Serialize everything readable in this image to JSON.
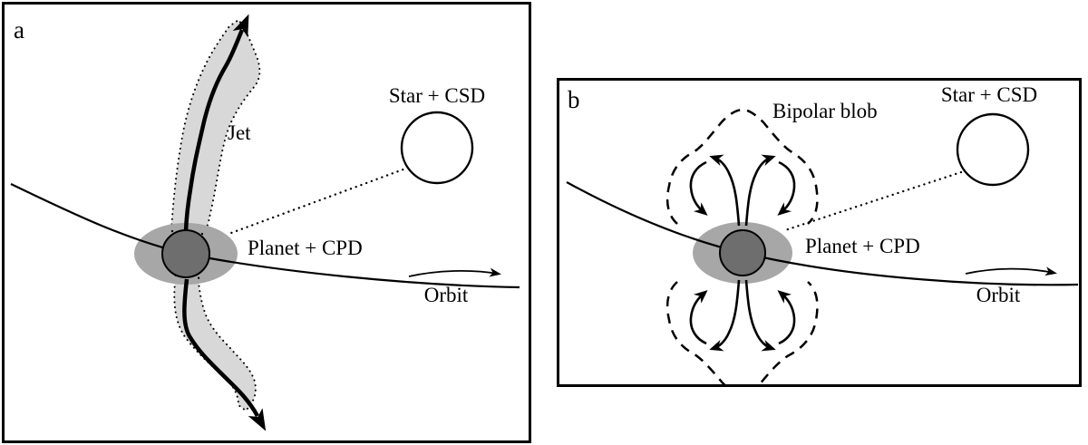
{
  "figure": {
    "description": "Two-panel schematic of planet-driven outflows in a protoplanetary system",
    "panel_a": {
      "letter": "a",
      "jet_label": "Jet",
      "star_label": "Star + CSD",
      "planet_label": "Planet + CPD",
      "orbit_label": "Orbit"
    },
    "panel_b": {
      "letter": "b",
      "blob_label": "Bipolar blob",
      "star_label": "Star + CSD",
      "planet_label": "Planet + CPD",
      "orbit_label": "Orbit"
    },
    "colors": {
      "jet_envelope": "#d8d8d8",
      "cpd_disk": "#a7a7a7",
      "planet": "#6e6e6e",
      "star_fill": "#ffffff",
      "line": "#000000",
      "background": "#ffffff"
    }
  }
}
